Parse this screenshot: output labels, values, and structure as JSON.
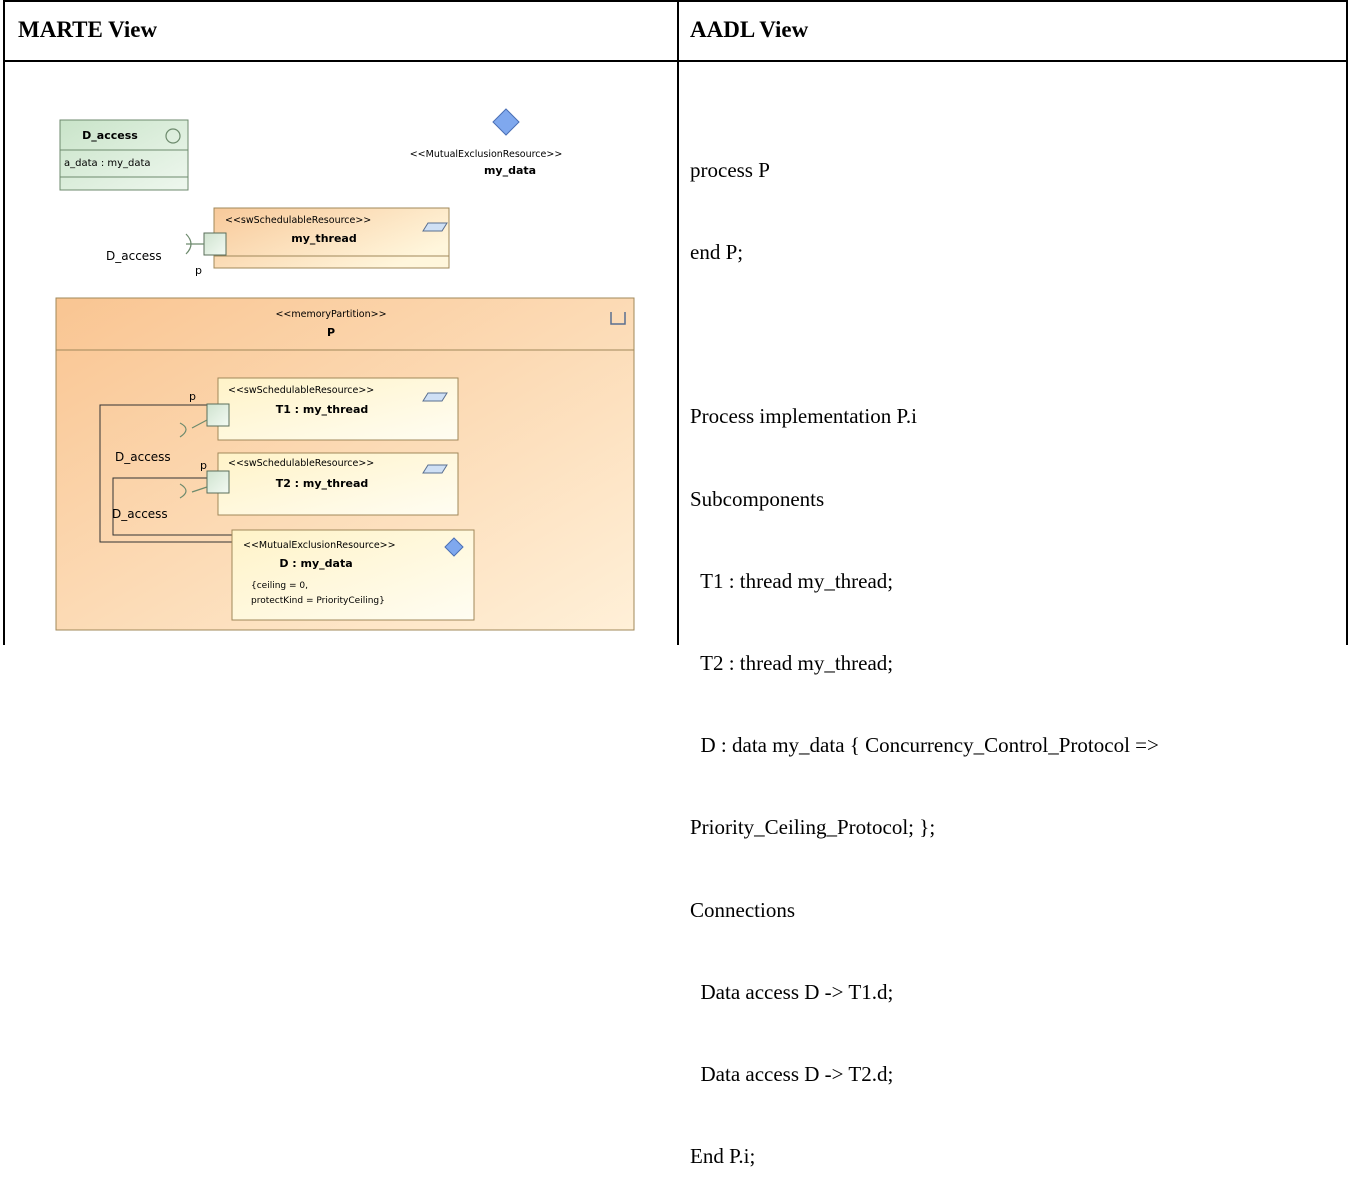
{
  "table": {
    "left_header": "MARTE View",
    "right_header": "AADL View"
  },
  "marte": {
    "class_d_access": {
      "name": "D_access",
      "attribute": "a_data : my_data"
    },
    "mutex_top": {
      "stereotype": "<<MutualExclusionResource>>",
      "name": "my_data"
    },
    "thread_top": {
      "stereotype": "<<swSchedulableResource>>",
      "name": "my_thread",
      "port_label": "p",
      "interface_label": "D_access"
    },
    "partition": {
      "stereotype": "<<memoryPartition>>",
      "name": "P"
    },
    "t1": {
      "stereotype": "<<swSchedulableResource>>",
      "name": "T1 : my_thread",
      "port_label": "p"
    },
    "t2": {
      "stereotype": "<<swSchedulableResource>>",
      "name": "T2 : my_thread",
      "port_label": "p"
    },
    "d_access_label_1": "D_access",
    "d_access_label_2": "D_access",
    "d_part": {
      "stereotype": "<<MutualExclusionResource>>",
      "name": "D : my_data",
      "constraint_1": "{ceiling = 0,",
      "constraint_2": "protectKind = PriorityCeiling}"
    },
    "colors": {
      "class_fill": "#d6ebd6",
      "thread_fill": "#f9d8a8",
      "partition_fill": "#f9c898",
      "diamond": "#7fa8ee",
      "border": "#8a7a50"
    }
  },
  "aadl": {
    "lines": [
      "process P",
      "end P;",
      "",
      "Process implementation P.i",
      "Subcomponents",
      "  T1 : thread my_thread;",
      "  T2 : thread my_thread;",
      "  D : data my_data { Concurrency_Control_Protocol =>",
      "Priority_Ceiling_Protocol; };",
      "Connections",
      "  Data access D -> T1.d;",
      "  Data access D -> T2.d;",
      "End P.i;"
    ]
  }
}
